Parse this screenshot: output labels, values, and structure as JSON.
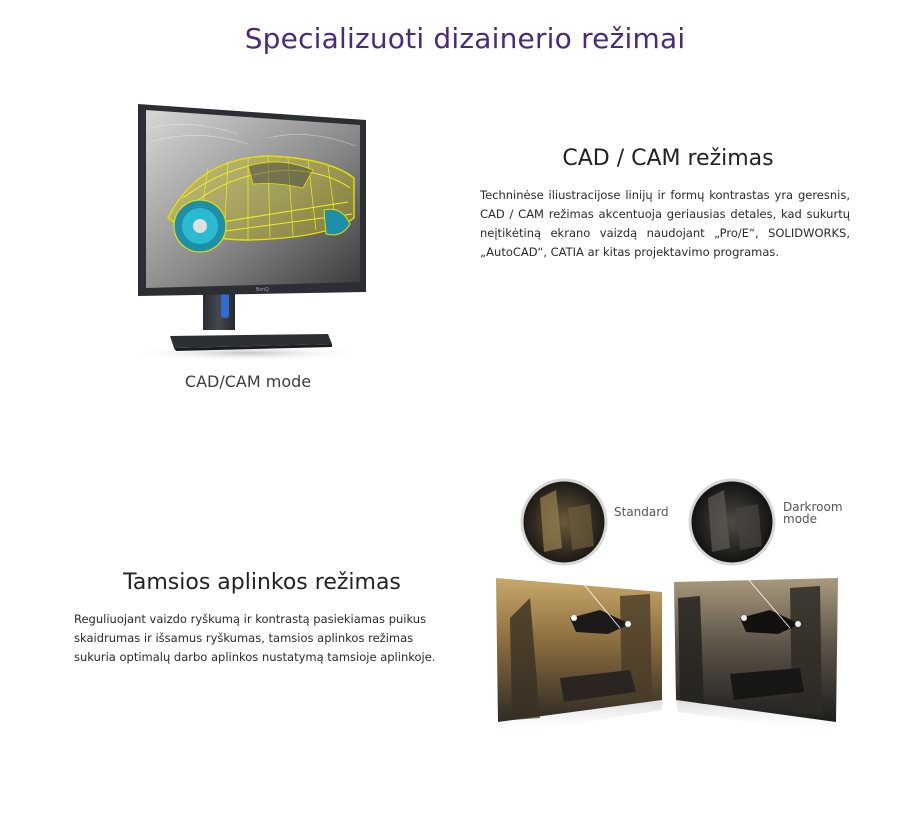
{
  "page": {
    "title": "Specializuoti dizainerio režimai"
  },
  "cad_section": {
    "heading": "CAD / CAM režimas",
    "body": "Techninėse iliustracijose linijų ir formų kontrastas yra geresnis, CAD / CAM režimas akcentuoja geriausias detales, kad sukurtų neįtikėtiną ekrano vaizdą naudojant „Pro/E“, SOLIDWORKS, „AutoCAD“, CATIA ar kitas projektavimo programas.",
    "image_caption": "CAD/CAM mode",
    "monitor_brand": "BenQ"
  },
  "darkroom_section": {
    "heading": "Tamsios aplinkos režimas",
    "body": "Reguliuojant vaizdo ryškumą ir kontrastą pasiekiamas puikus skaidrumas ir išsamus ryškumas, tamsios aplinkos režimas sukuria optimalų darbo aplinkos nustatymą tamsioje aplinkoje.",
    "label_standard": "Standard",
    "label_darkroom_line1": "Darkroom",
    "label_darkroom_line2": "mode"
  },
  "colors": {
    "title": "#4b2a7b",
    "wireframe": "#e8e000",
    "wheel": "#2bbbd0"
  }
}
